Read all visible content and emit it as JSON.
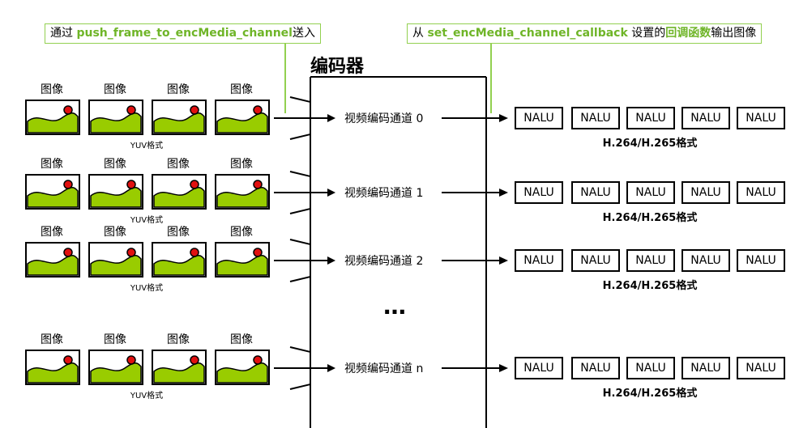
{
  "callouts": {
    "input": {
      "prefix": "通过 ",
      "func": "push_frame_to_encMedia_channel",
      "suffix": "送入"
    },
    "output": {
      "prefix": "从 ",
      "func": "set_encMedia_channel_callback",
      "mid": " 设置的",
      "highlight": "回调函数",
      "suffix": "输出图像"
    }
  },
  "encoder_title": "编码器",
  "image_label": "图像",
  "yuv_label": "YUV格式",
  "h26x_label": "H.264/H.265格式",
  "nalu_label": "NALU",
  "ellipsis": "…",
  "channels": [
    {
      "label": "视频编码通道 0"
    },
    {
      "label": "视频编码通道 1"
    },
    {
      "label": "视频编码通道 2"
    },
    {
      "label": "视频编码通道 n"
    }
  ],
  "colors": {
    "accent_green": "#92d050",
    "image_green": "#99cc00",
    "image_dot": "#e01010",
    "highlight_text": "#6fb528"
  },
  "icons": {
    "image": "landscape-image-icon"
  }
}
